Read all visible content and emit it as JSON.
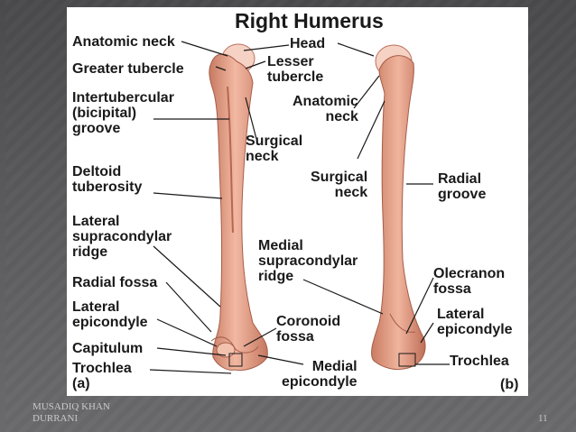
{
  "figure": {
    "title": "Right Humerus",
    "panel_a": "(a)",
    "panel_b": "(b)",
    "labels": {
      "anatomic_neck_a": "Anatomic neck",
      "greater_tubercle": "Greater tubercle",
      "intertubercular_groove": "Intertubercular\n(bicipital)\ngroove",
      "deltoid_tuberosity": "Deltoid\ntuberosity",
      "lateral_supracondylar_ridge": "Lateral\nsupracondylar\nridge",
      "radial_fossa": "Radial fossa",
      "lateral_epicondyle_a": "Lateral\nepicondyle",
      "capitulum": "Capitulum",
      "trochlea_a": "Trochlea",
      "head": "Head",
      "lesser_tubercle": "Lesser\ntubercle",
      "surgical_neck_a": "Surgical\nneck",
      "anatomic_neck_b": "Anatomic\nneck",
      "surgical_neck_b": "Surgical\nneck",
      "radial_groove": "Radial\ngroove",
      "medial_supracondylar_ridge": "Medial\nsupracondylar\nridge",
      "coronoid_fossa": "Coronoid\nfossa",
      "medial_epicondyle": "Medial\nepicondyle",
      "olecranon_fossa": "Olecranon\nfossa",
      "lateral_epicondyle_b": "Lateral\nepicondyle",
      "trochlea_b": "Trochlea"
    }
  },
  "footer": {
    "author": "MUSADIQ KHAN\nDURRANI",
    "page_number": "11"
  },
  "colors": {
    "bone": "#e8a08a",
    "bone_shadow": "#b86a55",
    "bone_highlight": "#f8d6c8",
    "line": "#1a1a1a"
  }
}
